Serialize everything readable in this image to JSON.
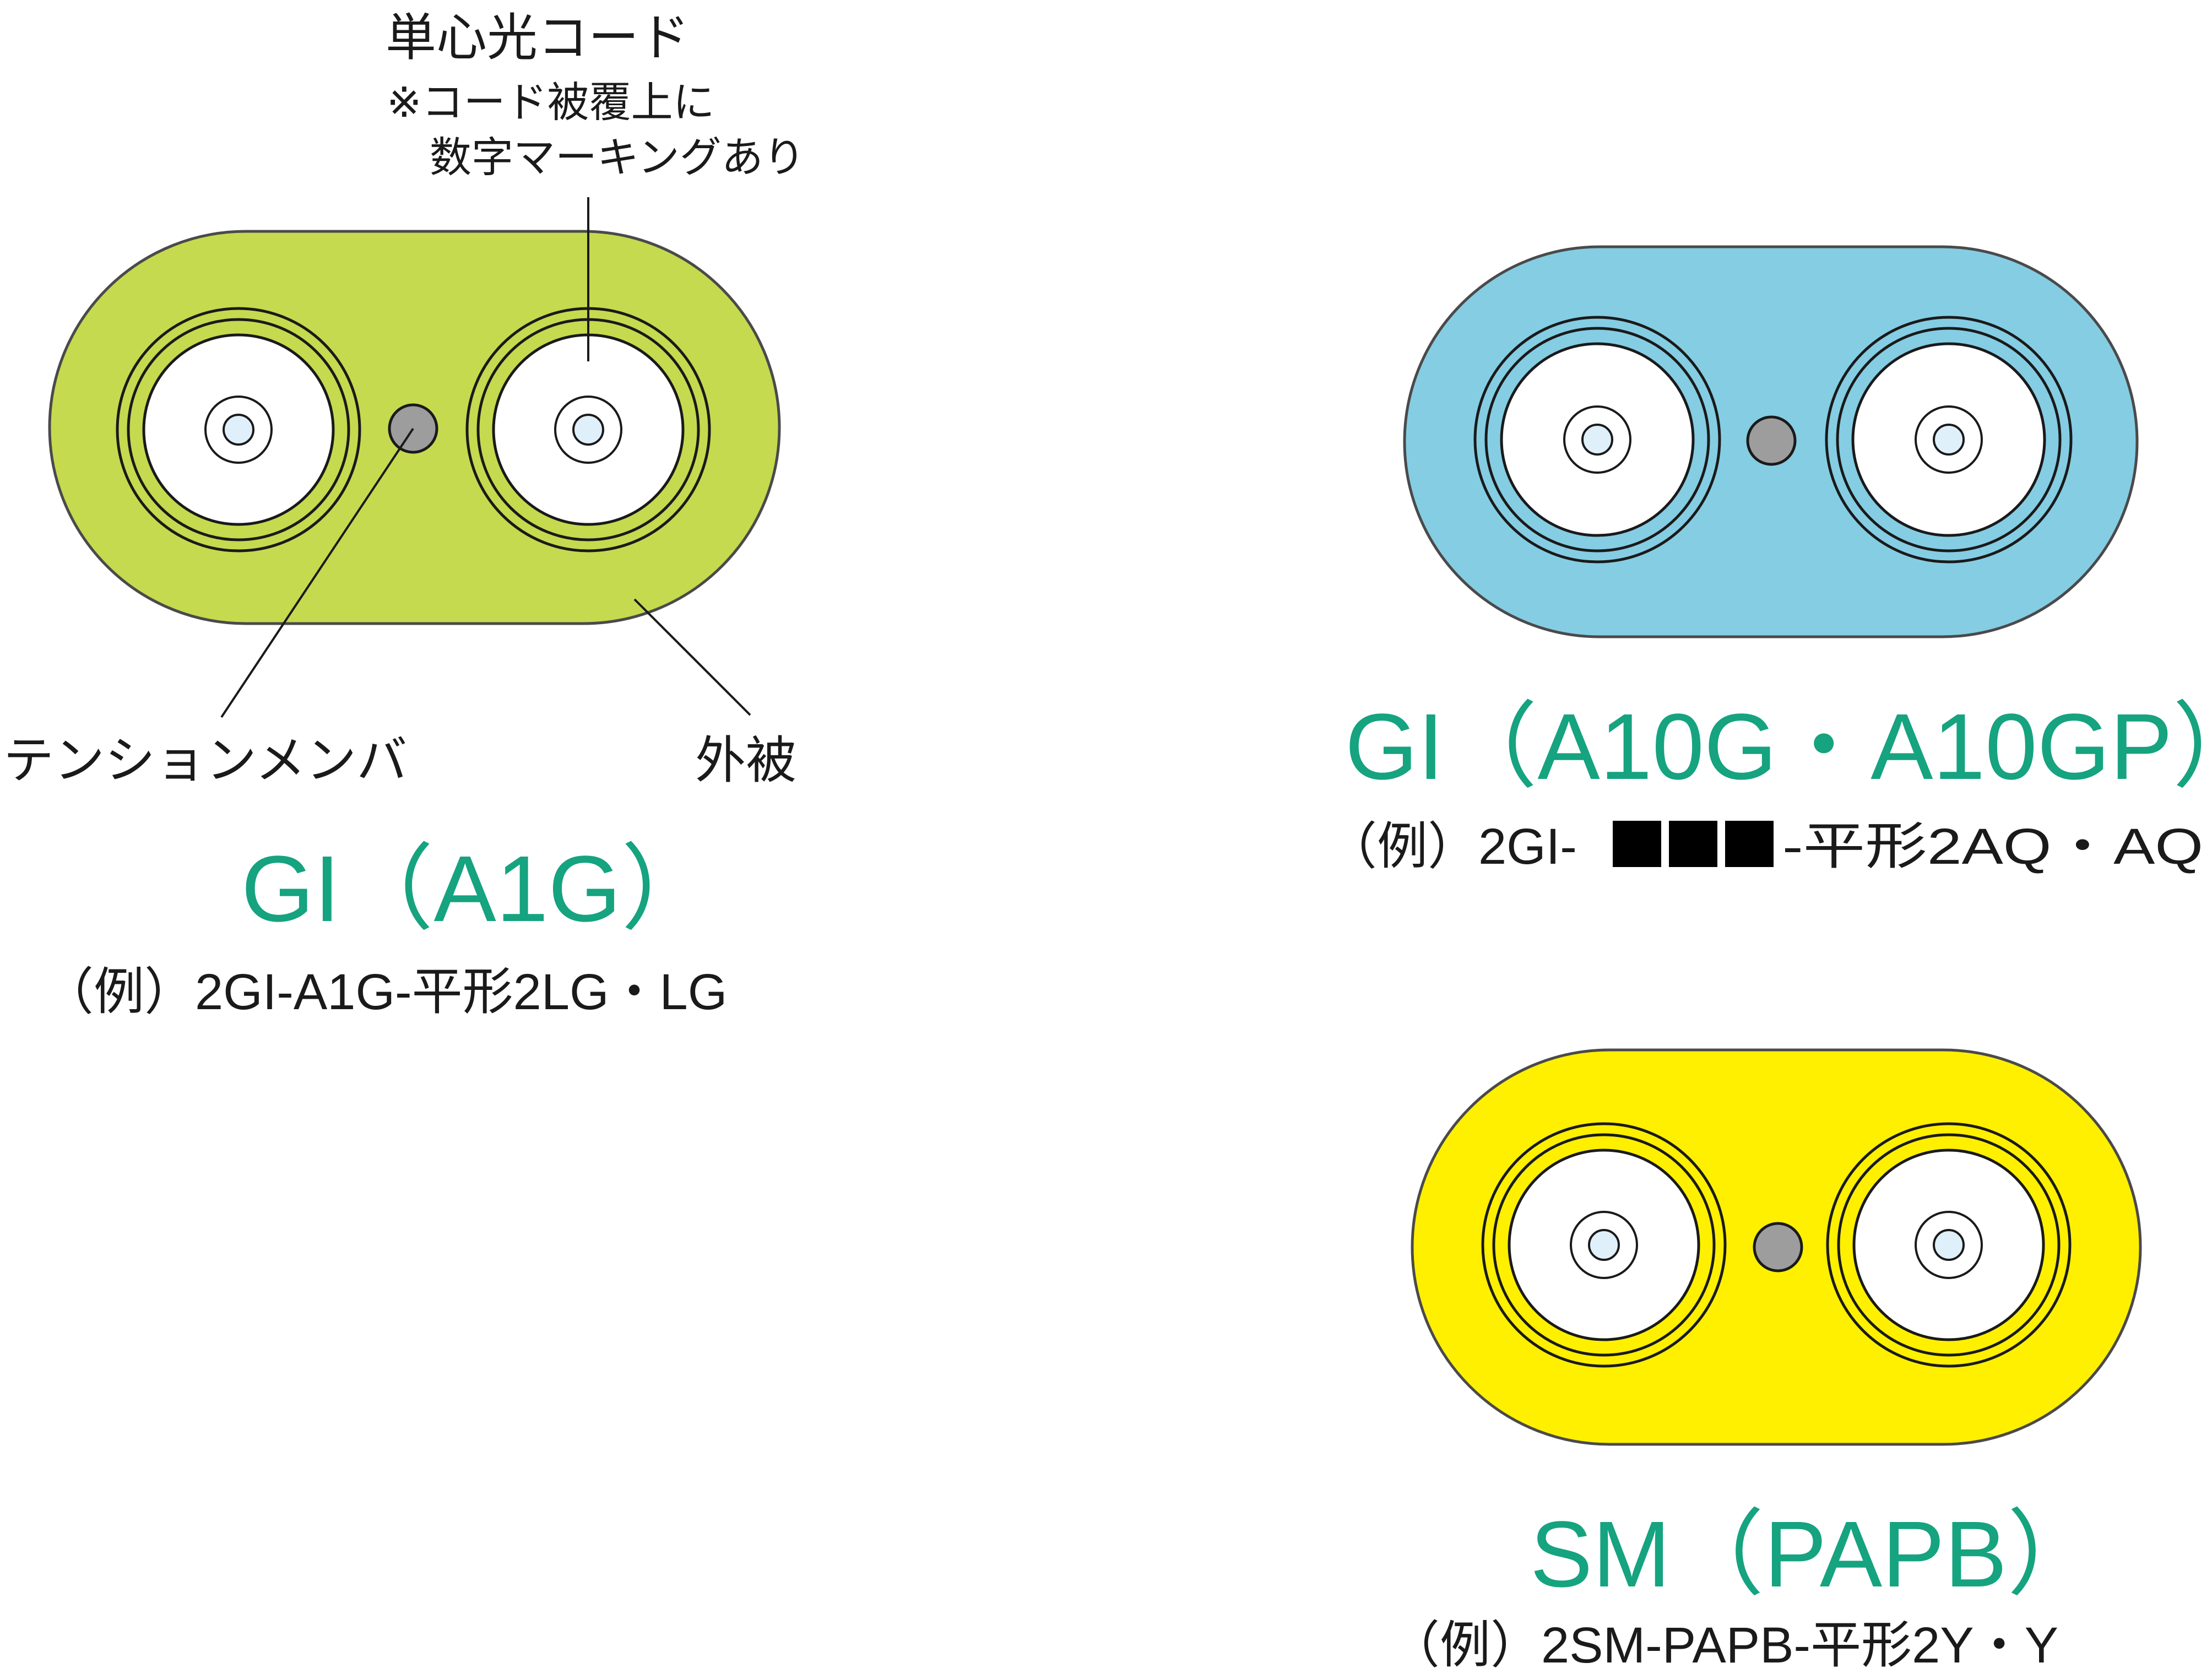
{
  "annotations": {
    "single_core_cord": "単心光コード",
    "note_line1": "※コード被覆上に",
    "note_line2": "数字マーキングあり",
    "tension_member": "テンションメンバ",
    "jacket": "外被"
  },
  "cables": [
    {
      "title": "GI（A1G）",
      "example": "（例）2GI-A1G-平形2LG・LG",
      "jacket_color": "#c5da4f"
    },
    {
      "title": "GI（A10G・A10GP）",
      "example_prefix": "（例）2GI-",
      "example_suffix": "-平形2AQ・AQ",
      "jacket_color": "#85cde3"
    },
    {
      "title": "SM（PAPB）",
      "example": "（例）2SM-PAPB-平形2Y・Y",
      "jacket_color": "#fff000"
    }
  ],
  "colors": {
    "title_green": "#16a37f",
    "tension_member_gray": "#9d9d9d",
    "fiber_core": "#dff0fa",
    "outline": "#1a1a1a"
  }
}
